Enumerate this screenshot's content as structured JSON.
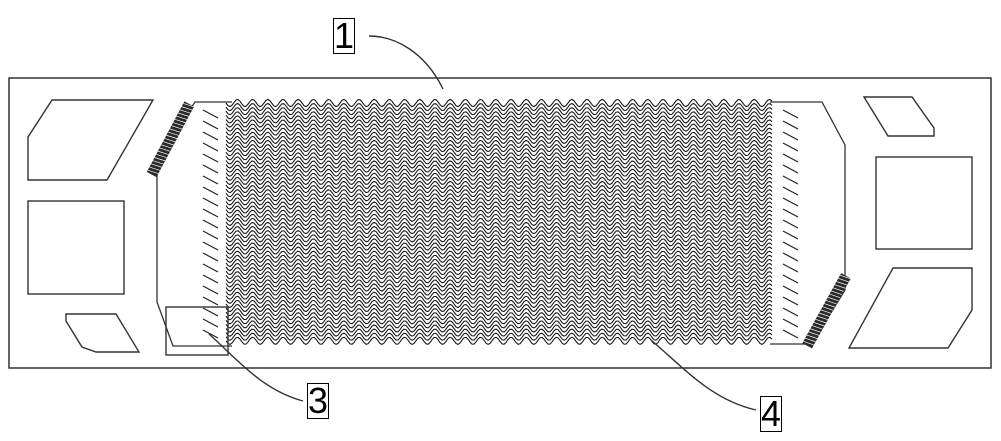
{
  "figure": {
    "callouts": [
      {
        "id": "1",
        "label": "1"
      },
      {
        "id": "3",
        "label": "3"
      },
      {
        "id": "4",
        "label": "4"
      }
    ],
    "colors": {
      "stroke": "#333333",
      "pattern": "#111111",
      "background": "#ffffff"
    }
  }
}
